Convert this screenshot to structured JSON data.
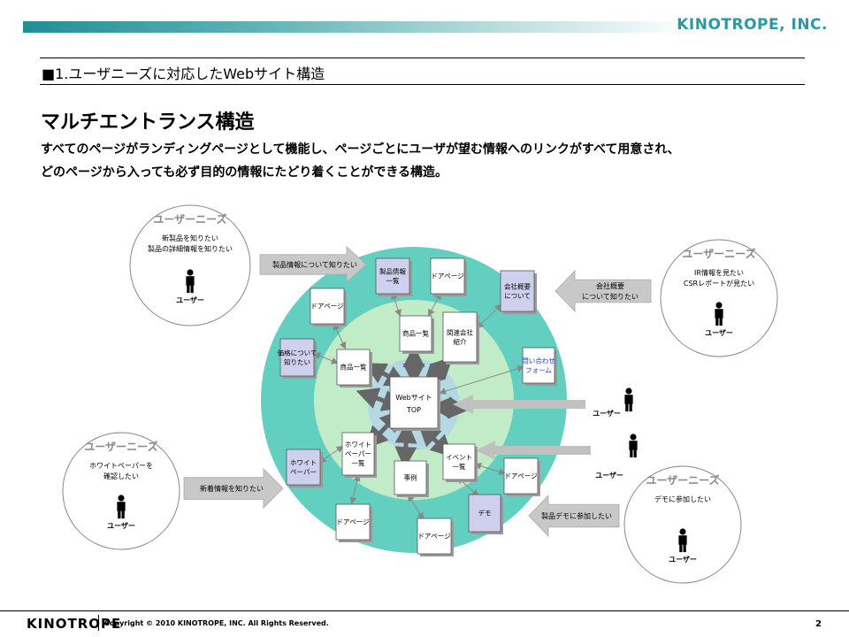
{
  "header": {
    "brand": "KINOTROPE, INC.",
    "section_title": "■1.ユーザニーズに対応したWebサイト構造",
    "main_title": "マルチエントランス構造",
    "description_line1": "すべてのページがランディングページとして機能し、ページごとにユーザが望む情報へのリンクがすべて用意され、",
    "description_line2": "どのページから入っても必ず目的の情報にたどり着くことができる構造。"
  },
  "colors": {
    "outer_ring": "#63cfc0",
    "middle_ring": "#c2ecc8",
    "inner_ring": "#b4d8e4",
    "purple_box": "#cfd0ee",
    "arrow_gray": "#c8c8c8",
    "brand_teal": "#2a9aa0"
  },
  "diagram": {
    "center": {
      "line1": "Webサイト",
      "line2": "TOP"
    },
    "pages": [
      {
        "id": "product-list-main",
        "lines": [
          "商品一覧"
        ],
        "purple": false
      },
      {
        "id": "related-company",
        "lines": [
          "関連会社",
          "紹介"
        ],
        "purple": false
      },
      {
        "id": "product-list-left",
        "lines": [
          "商品一覧"
        ],
        "purple": false
      },
      {
        "id": "whitepaper-list",
        "lines": [
          "ホワイト",
          "ペーパー",
          "一覧"
        ],
        "purple": false
      },
      {
        "id": "case-study",
        "lines": [
          "事例"
        ],
        "purple": false
      },
      {
        "id": "event-list",
        "lines": [
          "イベント",
          "一覧"
        ],
        "purple": false
      },
      {
        "id": "product-info-list",
        "lines": [
          "製品情報",
          "一覧"
        ],
        "purple": true
      },
      {
        "id": "page-top-center",
        "lines": [
          "ドアページ"
        ],
        "purple": false
      },
      {
        "id": "company-overview",
        "lines": [
          "会社概要",
          "について"
        ],
        "purple": true
      },
      {
        "id": "page-left-upper",
        "lines": [
          "ドアページ"
        ],
        "purple": false
      },
      {
        "id": "price",
        "lines": [
          "価格について",
          "知りたい"
        ],
        "purple": true
      },
      {
        "id": "contact-form",
        "lines": [
          "問い合わせ",
          "フォーム"
        ],
        "purple": false,
        "blue_text": true
      },
      {
        "id": "whitepaper",
        "lines": [
          "ホワイト",
          "ペーパー"
        ],
        "purple": true
      },
      {
        "id": "page-bottom-left",
        "lines": [
          "ドアページ"
        ],
        "purple": false
      },
      {
        "id": "page-bottom-center",
        "lines": [
          "ドアページ"
        ],
        "purple": false
      },
      {
        "id": "demo",
        "lines": [
          "デモ"
        ],
        "purple": true
      },
      {
        "id": "page-right-lower",
        "lines": [
          "ドアページ"
        ],
        "purple": false
      }
    ],
    "needs_circles": [
      {
        "id": "needs-top-left",
        "title": "ユーザーニーズ",
        "lines": [
          "新製品を知りたい",
          "製品の詳細情報を知りたい"
        ],
        "user": "ユーザー"
      },
      {
        "id": "needs-top-right",
        "title": "ユーザーニーズ",
        "lines": [
          "IR情報を見たい",
          "CSRレポートが見たい"
        ],
        "user": "ユーザー"
      },
      {
        "id": "needs-bottom-left",
        "title": "ユーザーニーズ",
        "lines": [
          "ホワイトペーパーを",
          "確認したい"
        ],
        "user": "ユーザー"
      },
      {
        "id": "needs-bottom-right",
        "title": "ユーザーニーズ",
        "lines": [
          "デモに参加したい"
        ],
        "user": "ユーザー"
      }
    ],
    "entry_arrows": [
      {
        "id": "arrow-product-info",
        "lines": [
          "製品情報について知りたい"
        ]
      },
      {
        "id": "arrow-company",
        "lines": [
          "会社概要",
          "について知りたい"
        ]
      },
      {
        "id": "arrow-news",
        "lines": [
          "新着情報を知りたい"
        ]
      },
      {
        "id": "arrow-demo",
        "lines": [
          "製品デモに参加したい"
        ]
      }
    ],
    "direct_users": [
      {
        "id": "direct-user-1",
        "label": "ユーザー"
      },
      {
        "id": "direct-user-2",
        "label": "ユーザー"
      }
    ]
  },
  "footer": {
    "brand": "KINOTROPE",
    "copyright": "Copyright © 2010 KINOTROPE, INC. All Rights Reserved.",
    "page_number": "2"
  }
}
